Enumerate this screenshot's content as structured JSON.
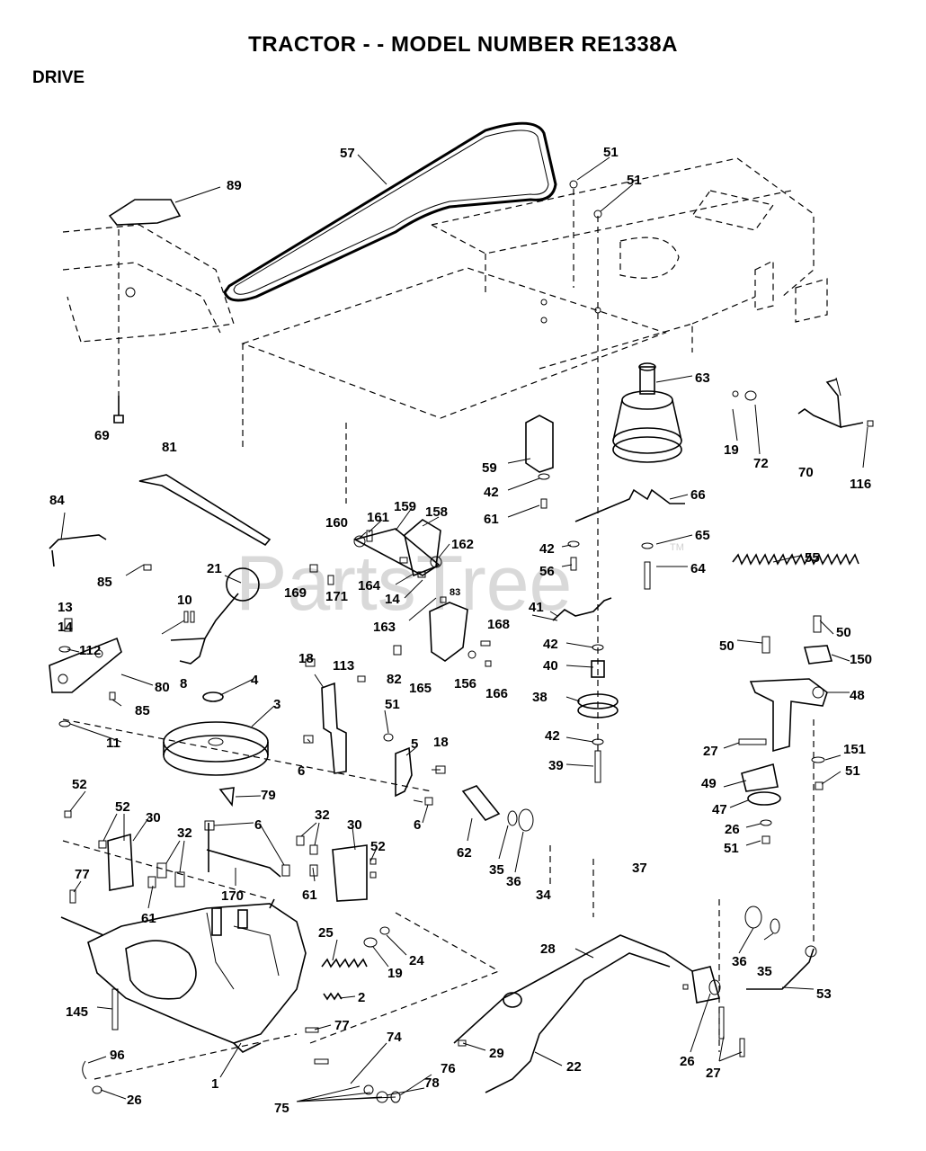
{
  "title": "TRACTOR - - MODEL NUMBER RE1338A",
  "subtitle": "DRIVE",
  "watermark": "PartsTree",
  "watermark_tm": "TM",
  "part_labels": [
    "57",
    "51",
    "51",
    "89",
    "63",
    "19",
    "72",
    "70",
    "116",
    "69",
    "81",
    "59",
    "42",
    "61",
    "66",
    "84",
    "160",
    "161",
    "159",
    "158",
    "162",
    "42",
    "56",
    "65",
    "64",
    "55",
    "21",
    "85",
    "169",
    "171",
    "164",
    "14",
    "83",
    "41",
    "13",
    "10",
    "163",
    "168",
    "14",
    "112",
    "42",
    "50",
    "50",
    "150",
    "40",
    "80",
    "8",
    "82",
    "165",
    "156",
    "166",
    "38",
    "18",
    "113",
    "4",
    "48",
    "85",
    "51",
    "5",
    "3",
    "42",
    "39",
    "27",
    "18",
    "151",
    "11",
    "6",
    "51",
    "49",
    "52",
    "79",
    "47",
    "6",
    "52",
    "30",
    "32",
    "30",
    "52",
    "32",
    "62",
    "26",
    "6",
    "51",
    "35",
    "36",
    "34",
    "37",
    "61",
    "61",
    "170",
    "77",
    "25",
    "24",
    "28",
    "36",
    "35",
    "19",
    "53",
    "2",
    "145",
    "77",
    "29",
    "22",
    "26",
    "27",
    "96",
    "74",
    "78",
    "76",
    "26",
    "1",
    "75"
  ]
}
